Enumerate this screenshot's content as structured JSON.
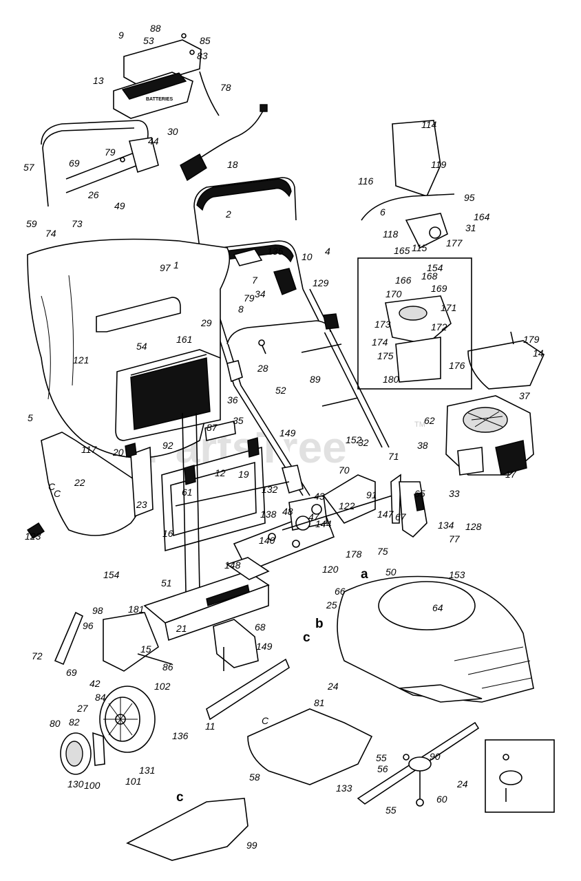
{
  "watermark": {
    "text": "PartsTree",
    "tm": "TM"
  },
  "decal_text": "BATTERIES",
  "callouts": [
    "88",
    "9",
    "53",
    "85",
    "83",
    "13",
    "78",
    "30",
    "44",
    "79",
    "69",
    "57",
    "26",
    "49",
    "59",
    "74",
    "73",
    "18",
    "2",
    "114",
    "119",
    "116",
    "95",
    "6",
    "164",
    "31",
    "118",
    "165",
    "115",
    "177",
    "10",
    "4",
    "135",
    "97",
    "1",
    "7",
    "79",
    "8",
    "34",
    "129",
    "154",
    "166",
    "168",
    "169",
    "170",
    "171",
    "173",
    "172",
    "174",
    "175",
    "176",
    "180",
    "179",
    "14",
    "29",
    "161",
    "54",
    "121",
    "28",
    "52",
    "89",
    "36",
    "37",
    "62",
    "38",
    "5",
    "117",
    "20",
    "92",
    "87",
    "35",
    "149",
    "152",
    "32",
    "17",
    "22",
    "12",
    "19",
    "61",
    "70",
    "71",
    "91",
    "132",
    "23",
    "16",
    "138",
    "43",
    "122",
    "147",
    "48",
    "144",
    "47",
    "65",
    "33",
    "134",
    "123",
    "140",
    "75",
    "178",
    "67",
    "128",
    "77",
    "148",
    "50",
    "120",
    "153",
    "154",
    "21",
    "68",
    "66",
    "64",
    "25",
    "98",
    "181",
    "96",
    "15",
    "149",
    "72",
    "69",
    "86",
    "42",
    "102",
    "51",
    "24",
    "11",
    "81",
    "80",
    "27",
    "82",
    "84",
    "136",
    "131",
    "130",
    "100",
    "101",
    "55",
    "56",
    "90",
    "24",
    "133",
    "58",
    "99",
    "60",
    "55"
  ],
  "letters": [
    "a",
    "b",
    "c",
    "c",
    "C",
    "C",
    "C"
  ]
}
